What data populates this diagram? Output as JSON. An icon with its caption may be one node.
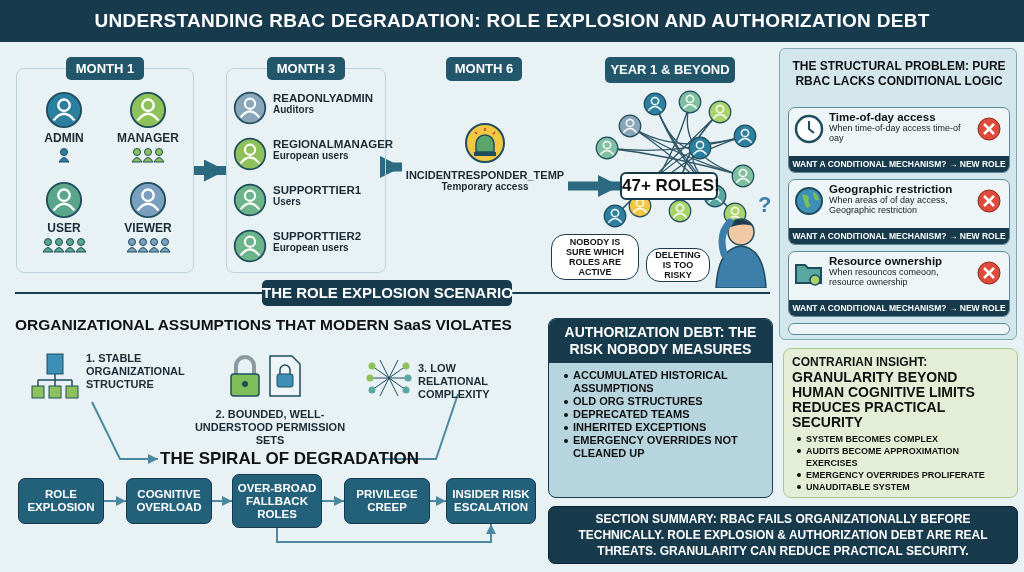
{
  "diagram": {
    "title": "UNDERSTANDING RBAC DEGRADATION: ROLE EXPLOSION AND AUTHORIZATION DEBT",
    "nodes": [
      {
        "text": [
          "MONTH 1"
        ]
      },
      {
        "text": [],
        "shape": "box"
      },
      {
        "text": [
          "ADMIN"
        ],
        "in": 1
      },
      {
        "text": [
          "MANAGER"
        ],
        "in": 1
      },
      {
        "text": [
          "USER"
        ],
        "in": 1
      },
      {
        "text": [
          "VIEWER"
        ],
        "in": 1
      },
      {
        "text": [
          "MONTH 3"
        ]
      },
      {
        "text": [],
        "shape": "box"
      },
      {
        "text": [
          "READONLYADMIN",
          "Auditors"
        ],
        "in": 7
      },
      {
        "text": [
          "REGIONALMANAGER",
          "European users"
        ],
        "in": 7
      },
      {
        "text": [
          "SUPPORTTIER1",
          "Users"
        ],
        "in": 7
      },
      {
        "text": [
          "SUPPORTTIER2",
          "European users"
        ],
        "in": 7
      },
      {
        "text": [
          "MONTH 6"
        ]
      },
      {
        "text": [
          "INCIDENTRESPONDER_TEMP",
          "Temporary access"
        ]
      },
      {
        "text": [
          "YEAR 1 & BEYOND"
        ]
      },
      {
        "text": [
          "47+ ROLES!"
        ]
      },
      {
        "text": [
          "NOBODY IS SURE WHICH ROLES ARE ACTIVE"
        ]
      },
      {
        "text": [
          "DELETING IS TOO RISKY"
        ]
      },
      {
        "text": [
          "THE ROLE EXPLOSION SCENARIO"
        ]
      },
      {
        "text": [
          "THE STRUCTURAL PROBLEM: PURE RBAC LACKS CONDITIONAL LOGIC"
        ]
      },
      {
        "text": [
          "Time-of-day access",
          "When time-of-day access time-of oay",
          "WANT A CONDITIONAL MECHANISM? → NEW ROLE"
        ],
        "in": 19
      },
      {
        "text": [
          "Geographic restriction",
          "When areas of of day access, Geographic restriction",
          "WANT A CONDITIONAL MECHANISM? → NEW ROLE"
        ],
        "in": 19
      },
      {
        "text": [
          "Resource ownership",
          "When resouncos comeoon, resource ownership",
          "WANT A CONDITIONAL MECHANISM? → NEW ROLE"
        ],
        "in": 19
      },
      {
        "text": [],
        "shape": "box",
        "in": 19
      },
      {
        "text": [
          "1. STABLE ORGANIZATIONAL STRUCTURE"
        ]
      },
      {
        "text": [
          "2. BOUNDED, WELL-UNDERSTOOD PERMISSION SETS"
        ]
      },
      {
        "text": [
          "3. LOW RELATIONAL COMPLEXITY"
        ]
      },
      {
        "text": [
          "THE SPIRAL OF DEGRADATION"
        ]
      },
      {
        "text": [
          "ROLE EXPLOSION"
        ]
      },
      {
        "text": [
          "COGNITIVE OVERLOAD"
        ]
      },
      {
        "text": [
          "OVER-BROAD FALLBACK ROLES"
        ]
      },
      {
        "text": [
          "PRIVILEGE CREEP"
        ]
      },
      {
        "text": [
          "INSIDER RISK ESCALATION"
        ]
      },
      {
        "text": [
          "AUTHORIZATION DEBT: THE RISK NOBODY MEASURES",
          "ACCUMULATED HISTORICAL ASSUMPTIONS",
          "OLD ORG STRUCTURES",
          "DEPRECATED TEAMS",
          "INHERITED EXCEPTIONS",
          "EMERGENCY OVERRIDES NOT CLEANED UP"
        ]
      },
      {
        "text": [
          "CONTRARIAN INSIGHT:",
          "GRANULARITY BEYOND HUMAN COGNITIVE LIMITS REDUCES PRACTICAL SECURITY",
          "SYSTEM BECOMES COMPLEX",
          "AUDITS BECOME APPROXIMATION EXERCISES",
          "EMERGENCY OVERRIDES PROLIFERATE",
          "UNAUDITABLE SYSTEM"
        ]
      },
      {
        "text": [
          "SECTION SUMMARY: RBAC FAILS ORGANIZATIONALLY BEFORE TECHNICALLY. ROLE EXPLOSION & AUTHORIZATION DEBT ARE REAL THREATS. GRANULARITY CAN REDUCE PRACTICAL SECURITY."
        ]
      }
    ],
    "edges": [
      {
        "from": 1,
        "to": 7,
        "arrow": "to",
        "style": "thick",
        "color": "#2b6a80"
      },
      {
        "from": 7,
        "to": 13,
        "arrow": "to",
        "style": "thick",
        "color": "#2b6a80"
      },
      {
        "from": 13,
        "to": 15,
        "arrow": "to",
        "style": "thick",
        "color": "#2b6a80"
      },
      {
        "from": 24,
        "to": 27,
        "arrow": "to"
      },
      {
        "from": 26,
        "to": 27,
        "arrow": "none"
      },
      {
        "from": 28,
        "to": 29,
        "arrow": "to"
      },
      {
        "from": 29,
        "to": 30,
        "arrow": "to"
      },
      {
        "from": 30,
        "to": 31,
        "arrow": "to"
      },
      {
        "from": 31,
        "to": 32,
        "arrow": "to"
      },
      {
        "from": 30,
        "to": 32,
        "arrow": "to"
      }
    ],
    "labels": [
      "ORGANIZATIONAL ASSUMPTIONS THAT MODERN SaaS VIOLATES",
      "?"
    ]
  }
}
